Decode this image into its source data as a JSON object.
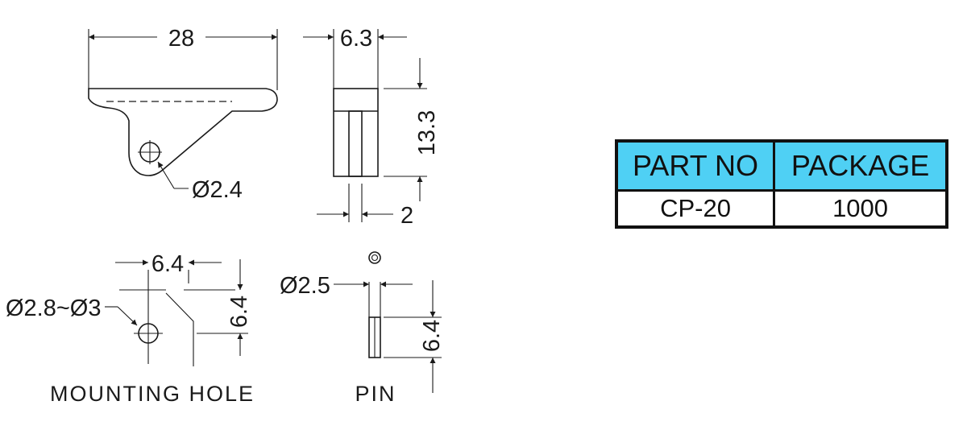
{
  "dimensions": {
    "bracket_width": "28",
    "bracket_thickness": "6.3",
    "bracket_height": "13.3",
    "slot_width": "2",
    "hole_diameter": "Ø2.4",
    "mount_hole_spacing": "6.4",
    "mount_hole_diameter": "Ø2.8~Ø3",
    "mount_hole_height": "6.4",
    "pin_diameter": "Ø2.5",
    "pin_length": "6.4"
  },
  "labels": {
    "mounting_hole": "MOUNTING HOLE",
    "pin": "PIN"
  },
  "table": {
    "headers": [
      "PART NO",
      "PACKAGE"
    ],
    "rows": [
      [
        "CP-20",
        "1000"
      ]
    ],
    "header_color": "#4fd0f4"
  }
}
